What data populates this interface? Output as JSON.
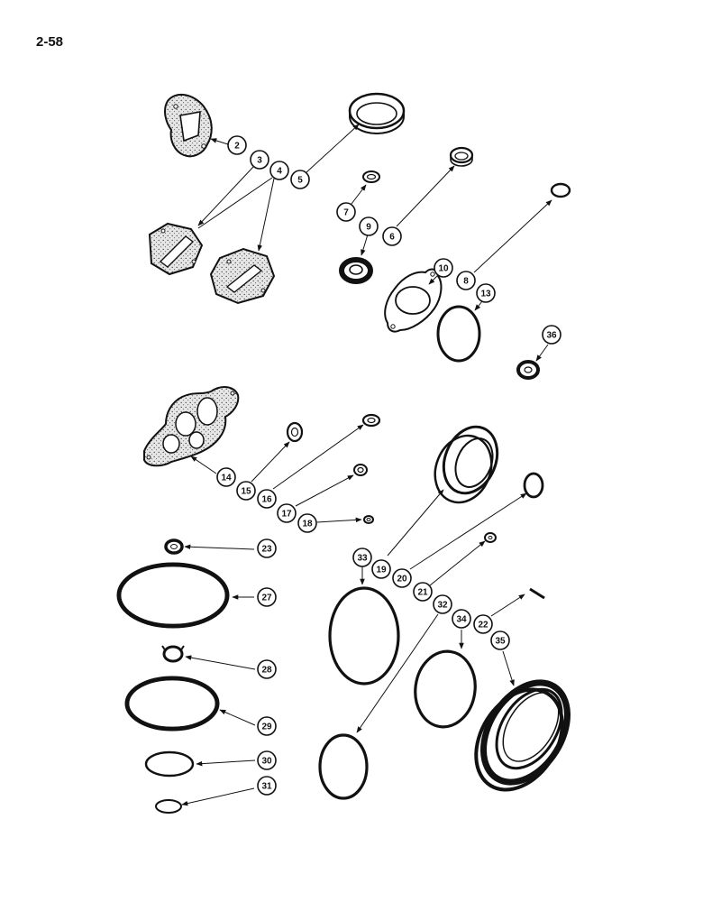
{
  "page_number": "2-58",
  "callouts": [
    "2",
    "3",
    "4",
    "5",
    "6",
    "7",
    "8",
    "9",
    "10",
    "13",
    "14",
    "15",
    "16",
    "17",
    "18",
    "19",
    "20",
    "21",
    "22",
    "23",
    "27",
    "28",
    "29",
    "30",
    "31",
    "32",
    "33",
    "34",
    "35",
    "36"
  ],
  "colors": {
    "ink": "#111111",
    "paper": "#ffffff",
    "gasket_fill": "#e4e4e4"
  }
}
